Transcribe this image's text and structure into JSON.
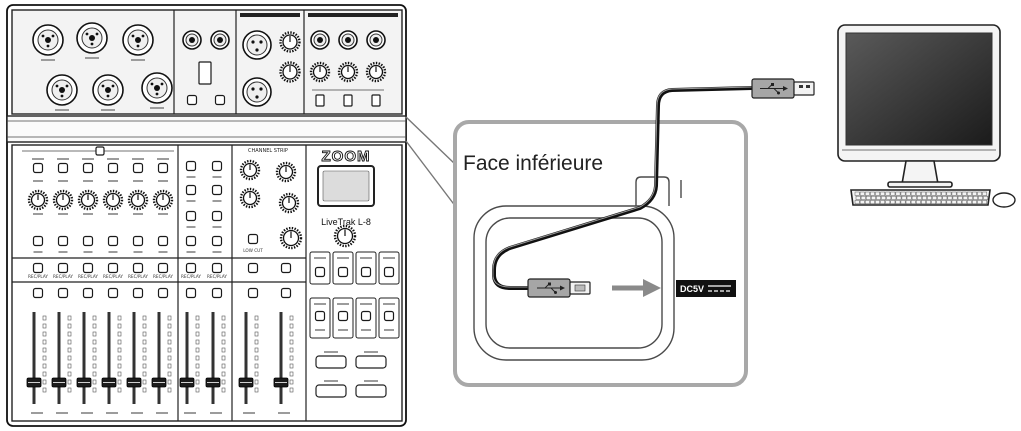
{
  "callout": {
    "label": "Face inférieure"
  },
  "mixer": {
    "logo": "ZOOM",
    "model": "LiveTrak L-8",
    "channel_strip_label": "CHANNEL STRIP",
    "low_cut_label": "LOW CUT",
    "rec_play_label": "REC/PLAY"
  },
  "power_label": "DC5V",
  "icons": [
    "usb-symbol-icon",
    "arrow-right-icon",
    "dc-symbol-icon",
    "computer-monitor-icon",
    "keyboard-icon",
    "mouse-icon"
  ],
  "colors": {
    "line": "#111111",
    "callout_border": "#a8a8a8",
    "arrow": "#8a8a8a",
    "screen": "#2a2a2a",
    "label_bg": "#111111"
  }
}
